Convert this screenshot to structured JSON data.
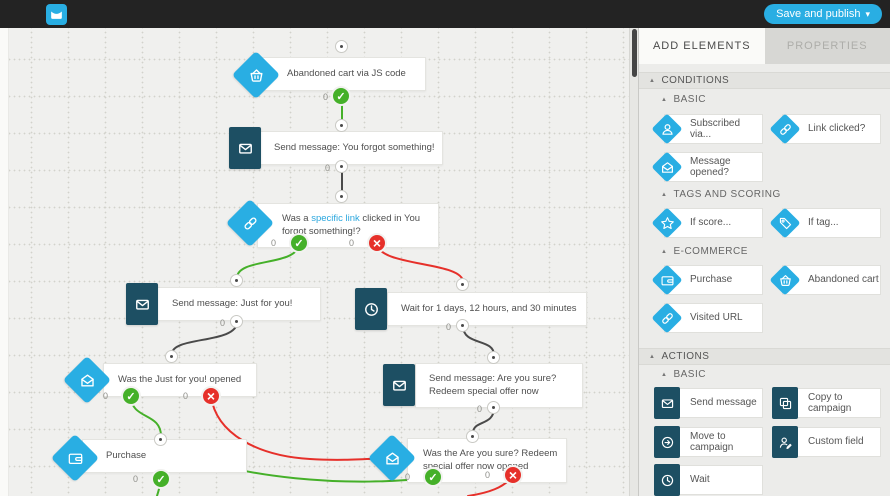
{
  "topbar": {
    "save_button": "Save and publish"
  },
  "canvas": {
    "nodes": [
      {
        "label": "Abandoned cart via JS code",
        "outputs": [
          {
            "kind": "success",
            "count": "0"
          }
        ]
      },
      {
        "label": "Send message: You forgot something!",
        "outputs": [
          {
            "kind": "next",
            "count": "0"
          }
        ]
      },
      {
        "label_parts": [
          "Was a ",
          "specific link",
          " clicked in You forgot something!?"
        ],
        "outputs": [
          {
            "kind": "success",
            "count": "0"
          },
          {
            "kind": "failure",
            "count": "0"
          }
        ]
      },
      {
        "label": "Send message: Just for you!",
        "outputs": [
          {
            "kind": "next",
            "count": "0"
          }
        ]
      },
      {
        "label": "Wait for 1 days, 12 hours, and 30 minutes",
        "outputs": [
          {
            "kind": "next",
            "count": "0"
          }
        ]
      },
      {
        "label": "Was the Just for you! opened",
        "outputs": [
          {
            "kind": "success",
            "count": "0"
          },
          {
            "kind": "failure",
            "count": "0"
          }
        ]
      },
      {
        "label": "Send message: Are you sure? Redeem special offer now",
        "outputs": [
          {
            "kind": "next",
            "count": "0"
          }
        ]
      },
      {
        "label": "Purchase",
        "outputs": [
          {
            "kind": "success",
            "count": "0"
          }
        ]
      },
      {
        "label": "Was the Are you sure? Redeem special offer now opened",
        "outputs": [
          {
            "kind": "success",
            "count": "0"
          },
          {
            "kind": "failure",
            "count": "0"
          }
        ]
      }
    ]
  },
  "sidebar": {
    "tabs": [
      {
        "label": "ADD ELEMENTS"
      },
      {
        "label": "PROPERTIES"
      }
    ],
    "sections": [
      {
        "title": "CONDITIONS",
        "groups": [
          {
            "title": "BASIC",
            "items": [
              {
                "label": "Subscribed via..."
              },
              {
                "label": "Link clicked?"
              },
              {
                "label": "Message opened?"
              }
            ]
          },
          {
            "title": "TAGS AND SCORING",
            "items": [
              {
                "label": "If score..."
              },
              {
                "label": "If tag..."
              }
            ]
          },
          {
            "title": "E-COMMERCE",
            "items": [
              {
                "label": "Purchase"
              },
              {
                "label": "Abandoned cart"
              },
              {
                "label": "Visited URL"
              }
            ]
          }
        ]
      },
      {
        "title": "ACTIONS",
        "groups": [
          {
            "title": "BASIC",
            "items": [
              {
                "label": "Send message"
              },
              {
                "label": "Copy to campaign"
              },
              {
                "label": "Move to campaign"
              },
              {
                "label": "Custom field"
              },
              {
                "label": "Wait"
              }
            ]
          }
        ]
      }
    ]
  }
}
